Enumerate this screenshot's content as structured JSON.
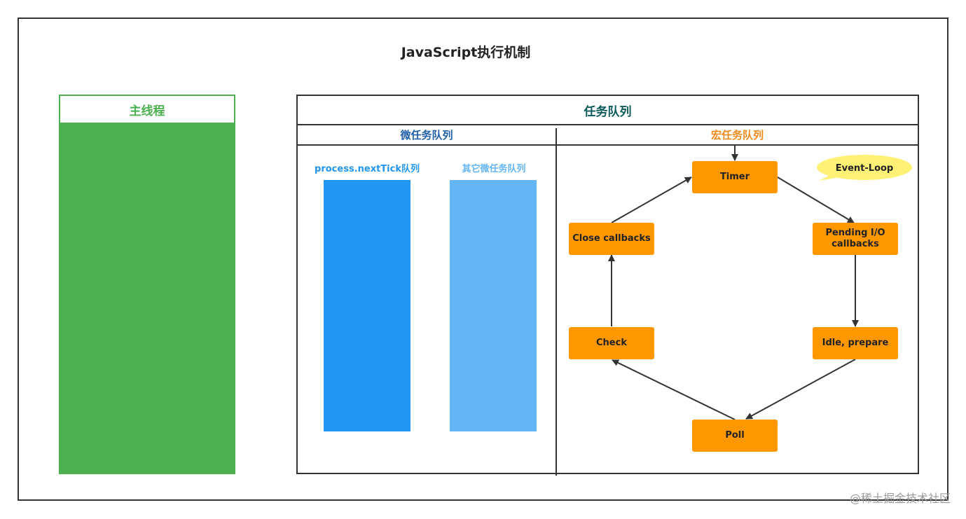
{
  "title": "JavaScript执行机制",
  "main_thread": {
    "label": "主线程"
  },
  "task_queue": {
    "title": "任务队列",
    "micro": {
      "title": "微任务队列",
      "queues": [
        {
          "label": "process.nextTick队列",
          "color": "#2196f3"
        },
        {
          "label": "其它微任务队列",
          "color": "#64b5f6"
        }
      ]
    },
    "macro": {
      "title": "宏任务队列",
      "bubble": "Event-Loop",
      "phases": {
        "timer": "Timer",
        "pending": "Pending I/O callbacks",
        "idle": "Idle, prepare",
        "poll": "Poll",
        "check": "Check",
        "close": "Close callbacks"
      }
    }
  },
  "colors": {
    "main": "#4caf50",
    "phase": "#ff9800",
    "bubble": "#fff176"
  },
  "watermark": "@稀土掘金技术社区"
}
